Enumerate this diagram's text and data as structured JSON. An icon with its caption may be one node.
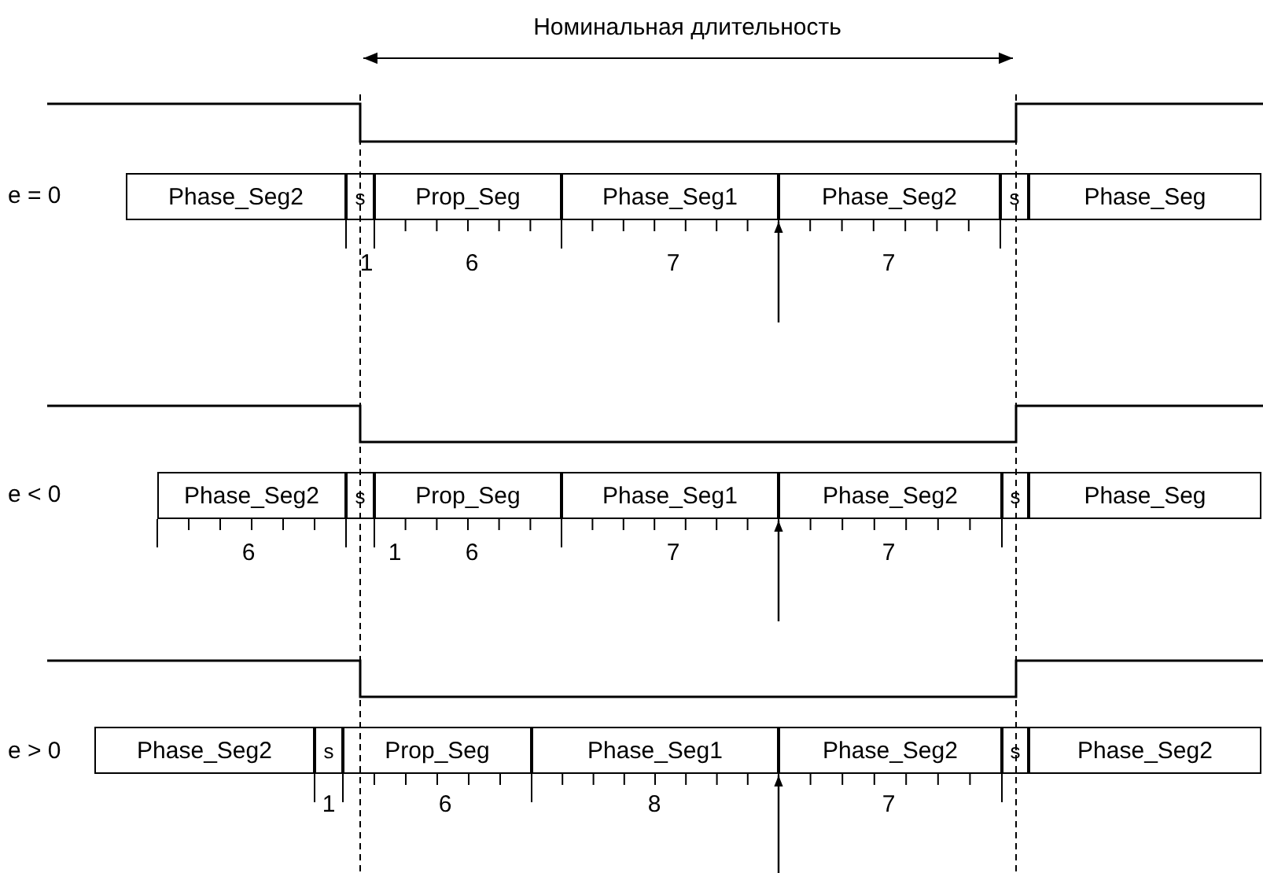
{
  "diagram": {
    "nodes": [
      {
        "text": [
          "Phase_Seg2"
        ]
      },
      {
        "text": [
          "s"
        ]
      },
      {
        "text": [
          "Prop_Seg"
        ]
      },
      {
        "text": [
          "Phase_Seg1"
        ]
      },
      {
        "text": [
          "Phase_Seg2"
        ]
      },
      {
        "text": [
          "s"
        ]
      },
      {
        "text": [
          "Phase_Seg"
        ]
      },
      {
        "text": [
          "Phase_Seg2"
        ]
      },
      {
        "text": [
          "s"
        ]
      },
      {
        "text": [
          "Prop_Seg"
        ]
      },
      {
        "text": [
          "Phase_Seg1"
        ]
      },
      {
        "text": [
          "Phase_Seg2"
        ]
      },
      {
        "text": [
          "s"
        ]
      },
      {
        "text": [
          "Phase_Seg"
        ]
      },
      {
        "text": [
          "Phase_Seg2"
        ]
      },
      {
        "text": [
          "s"
        ]
      },
      {
        "text": [
          "Prop_Seg"
        ]
      },
      {
        "text": [
          "Phase_Seg1"
        ]
      },
      {
        "text": [
          "Phase_Seg2"
        ]
      },
      {
        "text": [
          "s"
        ]
      },
      {
        "text": [
          "Phase_Seg2"
        ]
      }
    ],
    "edges": [
      {
        "from": null,
        "to": 3,
        "arrow": "to"
      },
      {
        "from": null,
        "to": 10,
        "arrow": "to"
      },
      {
        "from": null,
        "to": 17,
        "arrow": "to"
      }
    ],
    "labels": [
      "Номинальная длительность",
      "e = 0",
      "1",
      "6",
      "7",
      "7",
      "e < 0",
      "6",
      "1",
      "6",
      "7",
      "7",
      "e > 0",
      "1",
      "6",
      "8",
      "7"
    ]
  }
}
